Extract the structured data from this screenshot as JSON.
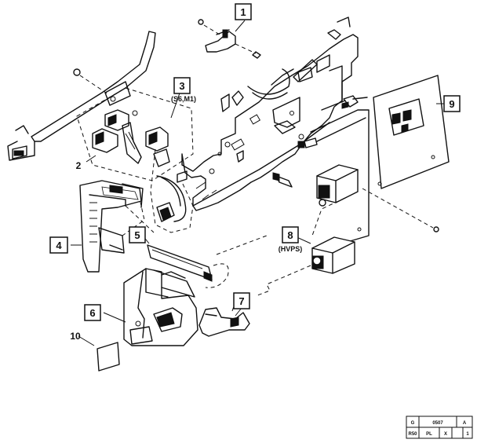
{
  "callouts": [
    {
      "id": "1",
      "label": "1",
      "sublabel": ""
    },
    {
      "id": "2",
      "label": "2",
      "sublabel": ""
    },
    {
      "id": "3",
      "label": "3",
      "sublabel": "(S6,M1)"
    },
    {
      "id": "4",
      "label": "4",
      "sublabel": ""
    },
    {
      "id": "5",
      "label": "5",
      "sublabel": ""
    },
    {
      "id": "6",
      "label": "6",
      "sublabel": ""
    },
    {
      "id": "7",
      "label": "7",
      "sublabel": ""
    },
    {
      "id": "8",
      "label": "8",
      "sublabel": "(HVPS)"
    },
    {
      "id": "9",
      "label": "9",
      "sublabel": ""
    },
    {
      "id": "10",
      "label": "10",
      "sublabel": ""
    }
  ],
  "title_block": {
    "row1": [
      "G",
      "0507",
      "A"
    ],
    "row2": [
      "R50",
      "PL",
      "X",
      "1"
    ]
  }
}
